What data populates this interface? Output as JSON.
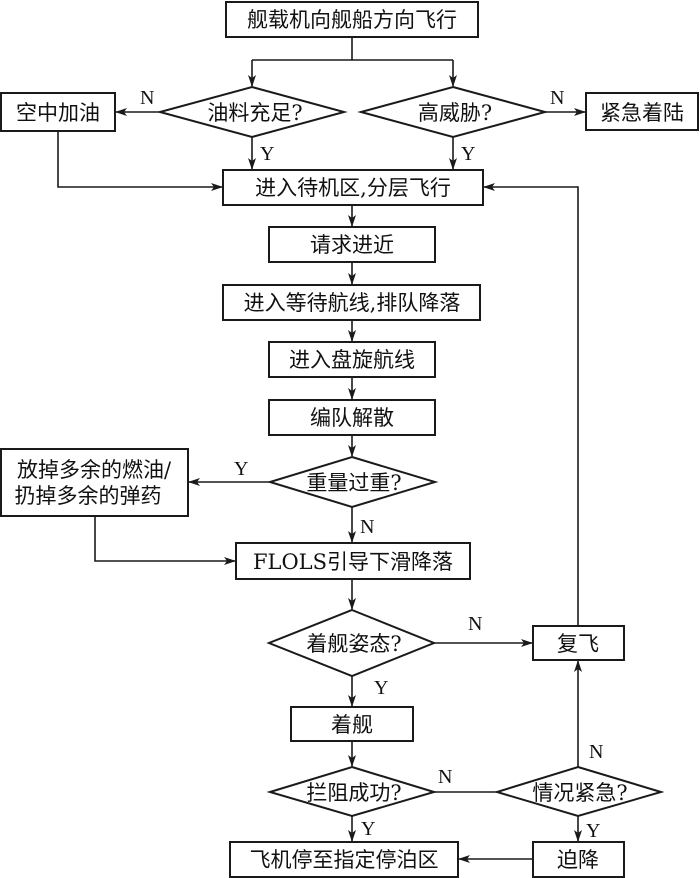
{
  "diagram": {
    "type": "flowchart",
    "nodes": {
      "start": "舰载机向舰船方向飞行",
      "fuel_check": "油料充足?",
      "threat_check": "高威胁?",
      "air_refuel": "空中加油",
      "emergency_land": "紧急着陆",
      "holding_area": "进入待机区,分层飞行",
      "request_approach": "请求进近",
      "waiting_route": "进入等待航线,排队降落",
      "circling_route": "进入盘旋航线",
      "formation_break": "编队解散",
      "overweight_check": "重量过重?",
      "dump_load_line1": "放掉多余的燃油/",
      "dump_load_line2": "扔掉多余的弹药",
      "flols_glide": "FLOLS引导下滑降落",
      "attitude_check": "着舰姿态?",
      "go_around": "复飞",
      "land_on_ship": "着舰",
      "arrest_check": "拦阻成功?",
      "emergency_check": "情况紧急?",
      "park": "飞机停至指定停泊区",
      "forced_landing": "迫降"
    },
    "edge_labels": {
      "fuel_no": "N",
      "fuel_yes": "Y",
      "threat_no": "N",
      "threat_yes": "Y",
      "overweight_yes": "Y",
      "overweight_no": "N",
      "attitude_no": "N",
      "attitude_yes": "Y",
      "arrest_no": "N",
      "arrest_yes": "Y",
      "emergency_no": "N",
      "emergency_yes": "Y"
    },
    "edges": [
      {
        "from": "start",
        "to": "fuel_check"
      },
      {
        "from": "start",
        "to": "threat_check"
      },
      {
        "from": "fuel_check",
        "to": "air_refuel",
        "label": "N"
      },
      {
        "from": "fuel_check",
        "to": "holding_area",
        "label": "Y"
      },
      {
        "from": "threat_check",
        "to": "emergency_land",
        "label": "N"
      },
      {
        "from": "threat_check",
        "to": "holding_area",
        "label": "Y"
      },
      {
        "from": "air_refuel",
        "to": "holding_area"
      },
      {
        "from": "holding_area",
        "to": "request_approach"
      },
      {
        "from": "request_approach",
        "to": "waiting_route"
      },
      {
        "from": "waiting_route",
        "to": "circling_route"
      },
      {
        "from": "circling_route",
        "to": "formation_break"
      },
      {
        "from": "formation_break",
        "to": "overweight_check"
      },
      {
        "from": "overweight_check",
        "to": "dump_load",
        "label": "Y"
      },
      {
        "from": "overweight_check",
        "to": "flols_glide",
        "label": "N"
      },
      {
        "from": "dump_load",
        "to": "flols_glide"
      },
      {
        "from": "flols_glide",
        "to": "attitude_check"
      },
      {
        "from": "attitude_check",
        "to": "go_around",
        "label": "N"
      },
      {
        "from": "attitude_check",
        "to": "land_on_ship",
        "label": "Y"
      },
      {
        "from": "go_around",
        "to": "holding_area"
      },
      {
        "from": "land_on_ship",
        "to": "arrest_check"
      },
      {
        "from": "arrest_check",
        "to": "emergency_check",
        "label": "N"
      },
      {
        "from": "arrest_check",
        "to": "park",
        "label": "Y"
      },
      {
        "from": "emergency_check",
        "to": "go_around",
        "label": "N"
      },
      {
        "from": "emergency_check",
        "to": "forced_landing",
        "label": "Y"
      },
      {
        "from": "forced_landing",
        "to": "park"
      }
    ]
  }
}
